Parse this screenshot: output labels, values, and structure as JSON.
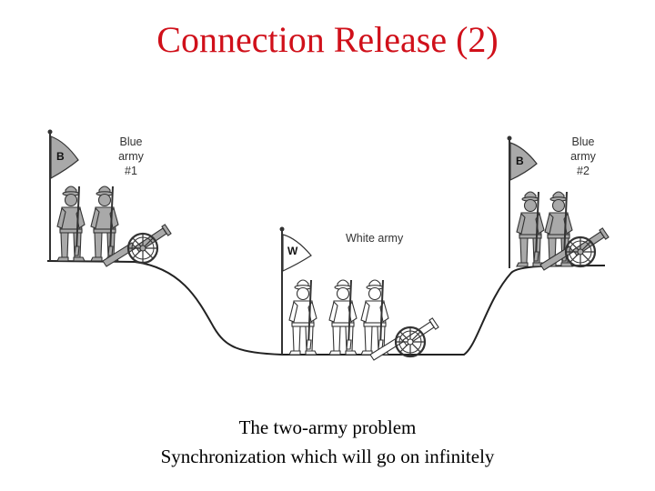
{
  "title": "Connection Release (2)",
  "armies": {
    "blue1": {
      "flag": "B",
      "label_lines": [
        "Blue",
        "army",
        "#1"
      ]
    },
    "white": {
      "flag": "W",
      "label": "White army"
    },
    "blue2": {
      "flag": "B",
      "label_lines": [
        "Blue",
        "army",
        "#2"
      ]
    }
  },
  "captions": {
    "line1": "The two-army problem",
    "line2": "Synchronization which will go on infinitely"
  },
  "colors": {
    "title": "#d0101a",
    "blue_army_fill": "#a9a9a9",
    "white_army_fill": "#ffffff",
    "outline": "#333333"
  }
}
